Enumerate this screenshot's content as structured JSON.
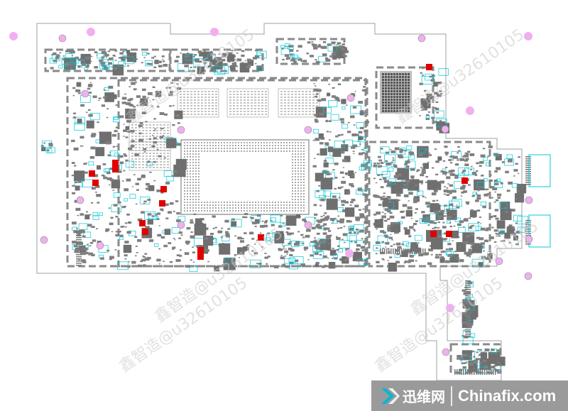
{
  "diagram": {
    "title": "",
    "colors": {
      "outline": "#9aa0a6",
      "trace": "#00c8d8",
      "component": "#7f7f7f",
      "highlight": "#e00000",
      "mounting_hole": "#f0b0f0"
    }
  },
  "watermarks": {
    "texts": [
      "鑫智造@u32610105",
      "鑫智造@u32610105",
      "鑫智造@u32610105",
      "鑫智造@u32610105",
      "鑫智造@u32610105",
      "鑫智造@u32610105"
    ]
  },
  "brand": {
    "logo_cn": "迅维网",
    "logo_en": "Chinafix.com",
    "logo_icon": "chevron-arrow-icon"
  }
}
